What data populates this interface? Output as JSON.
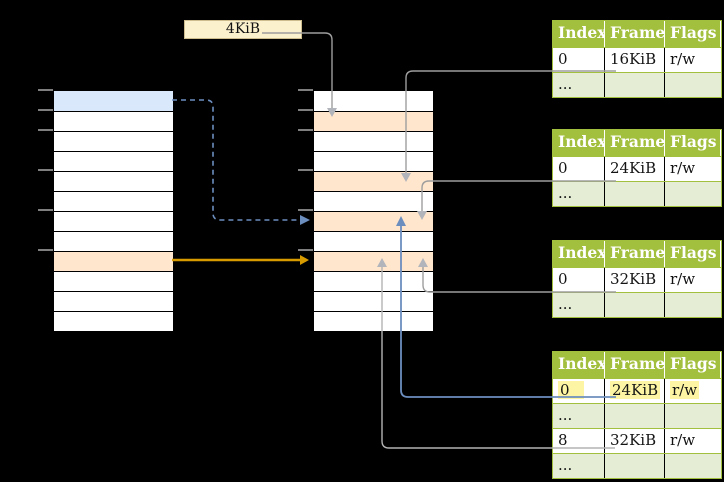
{
  "note_box": {
    "label": "4KiB"
  },
  "left_column": {
    "rows": [
      "blue",
      "white",
      "white",
      "white",
      "white",
      "white",
      "white",
      "white",
      "orange",
      "white",
      "white",
      "white"
    ],
    "tick_offsets": [
      0,
      20,
      40,
      80,
      120,
      160
    ]
  },
  "middle_column": {
    "rows": [
      "white",
      "orange",
      "white",
      "white",
      "orange",
      "white",
      "orange",
      "white",
      "orange",
      "white",
      "white",
      "white"
    ],
    "tick_offsets": [
      0,
      20,
      40,
      80,
      120,
      160
    ]
  },
  "page_tables": [
    {
      "id": "page-table-16kib",
      "headers": [
        "Index",
        "Frame",
        "Flags"
      ],
      "rows": [
        {
          "cells": [
            "0",
            "16KiB",
            "r/w"
          ],
          "variant": "white",
          "highlight": false
        },
        {
          "cells": [
            "...",
            "",
            ""
          ],
          "variant": "green",
          "highlight": false
        }
      ]
    },
    {
      "id": "page-table-24kib",
      "headers": [
        "Index",
        "Frame",
        "Flags"
      ],
      "rows": [
        {
          "cells": [
            "0",
            "24KiB",
            "r/w"
          ],
          "variant": "white",
          "highlight": false
        },
        {
          "cells": [
            "...",
            "",
            ""
          ],
          "variant": "green",
          "highlight": false
        }
      ]
    },
    {
      "id": "page-table-32kib",
      "headers": [
        "Index",
        "Frame",
        "Flags"
      ],
      "rows": [
        {
          "cells": [
            "0",
            "32KiB",
            "r/w"
          ],
          "variant": "white",
          "highlight": false
        },
        {
          "cells": [
            "...",
            "",
            ""
          ],
          "variant": "green",
          "highlight": false
        }
      ]
    },
    {
      "id": "page-table-level1",
      "headers": [
        "Index",
        "Frame",
        "Flags"
      ],
      "rows": [
        {
          "cells": [
            "0",
            "24KiB",
            "r/w"
          ],
          "variant": "white",
          "highlight": true
        },
        {
          "cells": [
            "...",
            "",
            ""
          ],
          "variant": "green",
          "highlight": false
        },
        {
          "cells": [
            "8",
            "32KiB",
            "r/w"
          ],
          "variant": "white",
          "highlight": false
        },
        {
          "cells": [
            "...",
            "",
            ""
          ],
          "variant": "green",
          "highlight": false
        }
      ]
    }
  ],
  "colors": {
    "background": "#000000",
    "cell_white": "#ffffff",
    "cell_blue": "#dae8fc",
    "cell_orange": "#ffe6cc",
    "note_cream": "#fcf1cd",
    "table_green": "#a3bf3e",
    "row_light_green": "#e5eed5",
    "highlight_yellow": "#fdf5a3",
    "arrow_gray": "#9e9e9e",
    "arrow_blue": "#6c8ebf",
    "arrow_gold": "#d79b00",
    "tick_gray": "#7f7f7f"
  }
}
